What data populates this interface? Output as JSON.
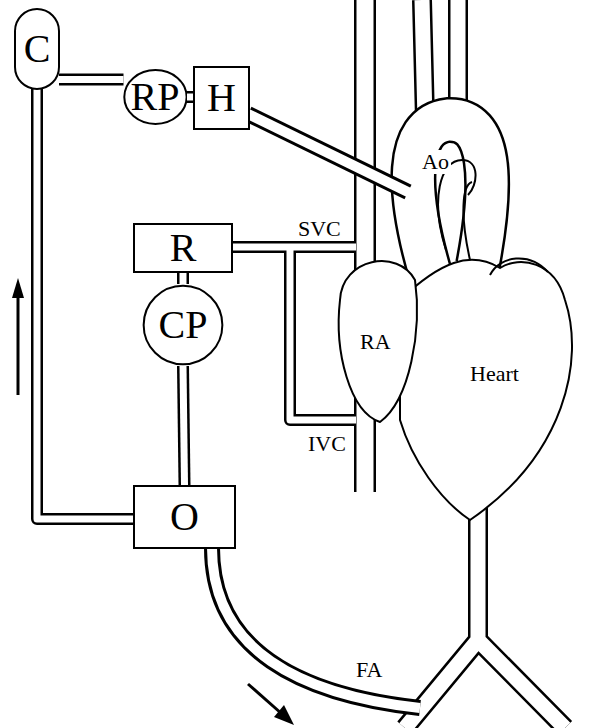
{
  "diagram": {
    "nodes": [
      {
        "text": [
          "C"
        ]
      },
      {
        "text": [
          "RP"
        ]
      },
      {
        "text": [
          "H"
        ]
      },
      {
        "text": [
          "R"
        ]
      },
      {
        "text": [
          "CP"
        ]
      },
      {
        "text": [
          "O"
        ]
      }
    ],
    "edges": [
      {
        "from": 0,
        "to": 1,
        "arrow": "none"
      },
      {
        "from": 1,
        "to": 2,
        "arrow": "none"
      },
      {
        "from": 3,
        "to": 4,
        "arrow": "none"
      },
      {
        "from": 4,
        "to": 5,
        "arrow": "none"
      },
      {
        "from": 5,
        "to": 0,
        "arrow": "none"
      }
    ],
    "labels": [
      "SVC",
      "Ao",
      "RA",
      "Heart",
      "IVC",
      "FA"
    ]
  }
}
